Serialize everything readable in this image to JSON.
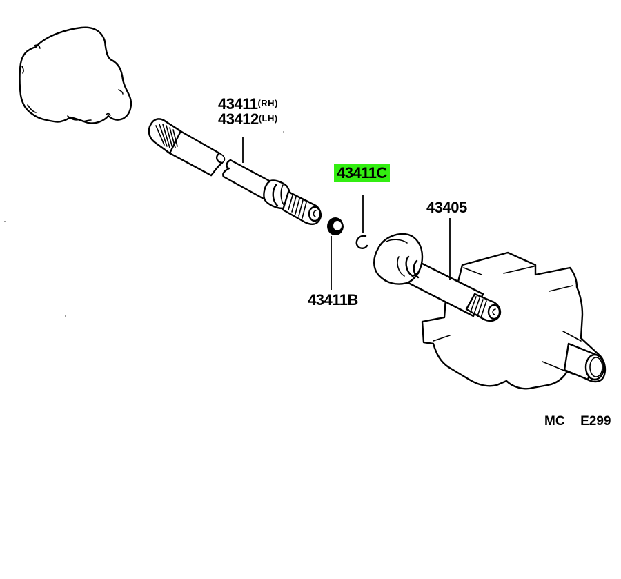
{
  "diagram": {
    "type": "exploded-parts-illustration",
    "subject": "drive shaft / intermediate shaft assembly",
    "highlight_color": "#33ee11",
    "parts": [
      {
        "id": "part-43411",
        "number": "43411",
        "suffix": "(RH)"
      },
      {
        "id": "part-43412",
        "number": "43412",
        "suffix": "(LH)"
      },
      {
        "id": "part-43411C",
        "number": "43411C",
        "suffix": "",
        "highlighted": true
      },
      {
        "id": "part-43411B",
        "number": "43411B",
        "suffix": ""
      },
      {
        "id": "part-43405",
        "number": "43405",
        "suffix": ""
      }
    ],
    "figure_code": {
      "prefix": "MC",
      "number": "E299"
    }
  }
}
